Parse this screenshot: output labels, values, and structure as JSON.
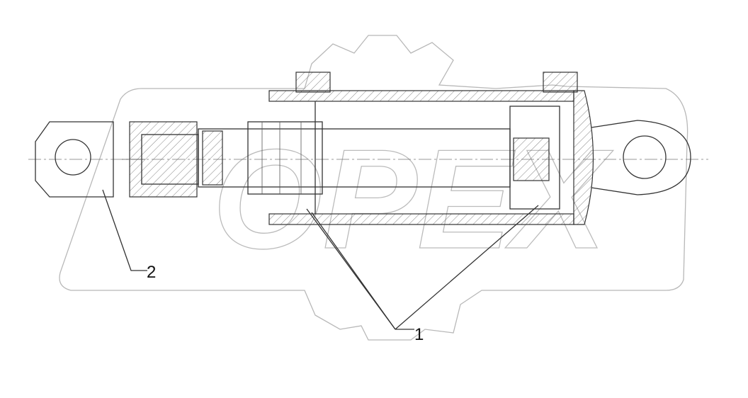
{
  "drawing": {
    "watermark_logo": "OPEX",
    "callouts": [
      {
        "label": "1"
      },
      {
        "label": "2"
      }
    ]
  }
}
